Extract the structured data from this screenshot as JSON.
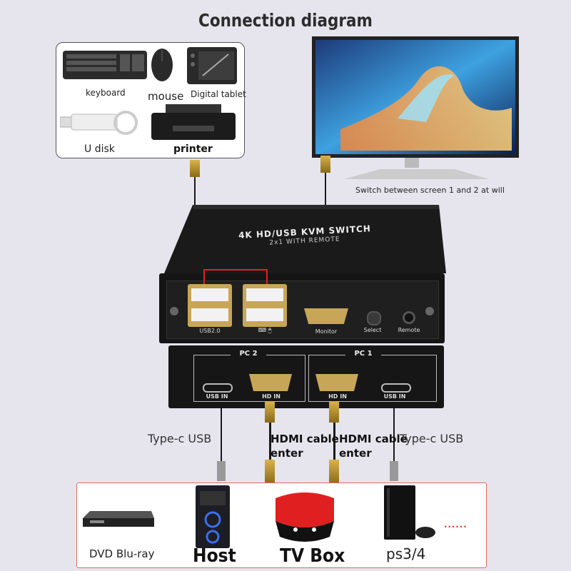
{
  "title": "Connection diagram",
  "peripherals": {
    "keyboard": "keyboard",
    "mouse": "mouse",
    "tablet": "Digital tablet",
    "udisk": "U disk",
    "printer": "printer"
  },
  "monitor_caption": "Switch between screen 1 and 2 at will",
  "kvm": {
    "top_line1": "4K HD/USB KVM SWITCH",
    "top_line2": "2x1 WITH REMOTE",
    "front_usb": "USB2.0",
    "monitor": "Monitor",
    "select": "Select",
    "remote": "Remote",
    "pc2": "PC 2",
    "pc1": "PC 1",
    "usb_in": "USB IN",
    "hd_in": "HD IN"
  },
  "cables": {
    "typec_left": "Type-c USB",
    "hdmi_left_1": "HDMI cable",
    "hdmi_left_2": "enter",
    "hdmi_right_1": "HDMI cable",
    "hdmi_right_2": "enter",
    "typec_right": "Type-c USB"
  },
  "devices": {
    "dvd": "DVD Blu-ray",
    "host": "Host",
    "tvbox": "TV Box",
    "ps": "ps3/4",
    "more": "......"
  }
}
